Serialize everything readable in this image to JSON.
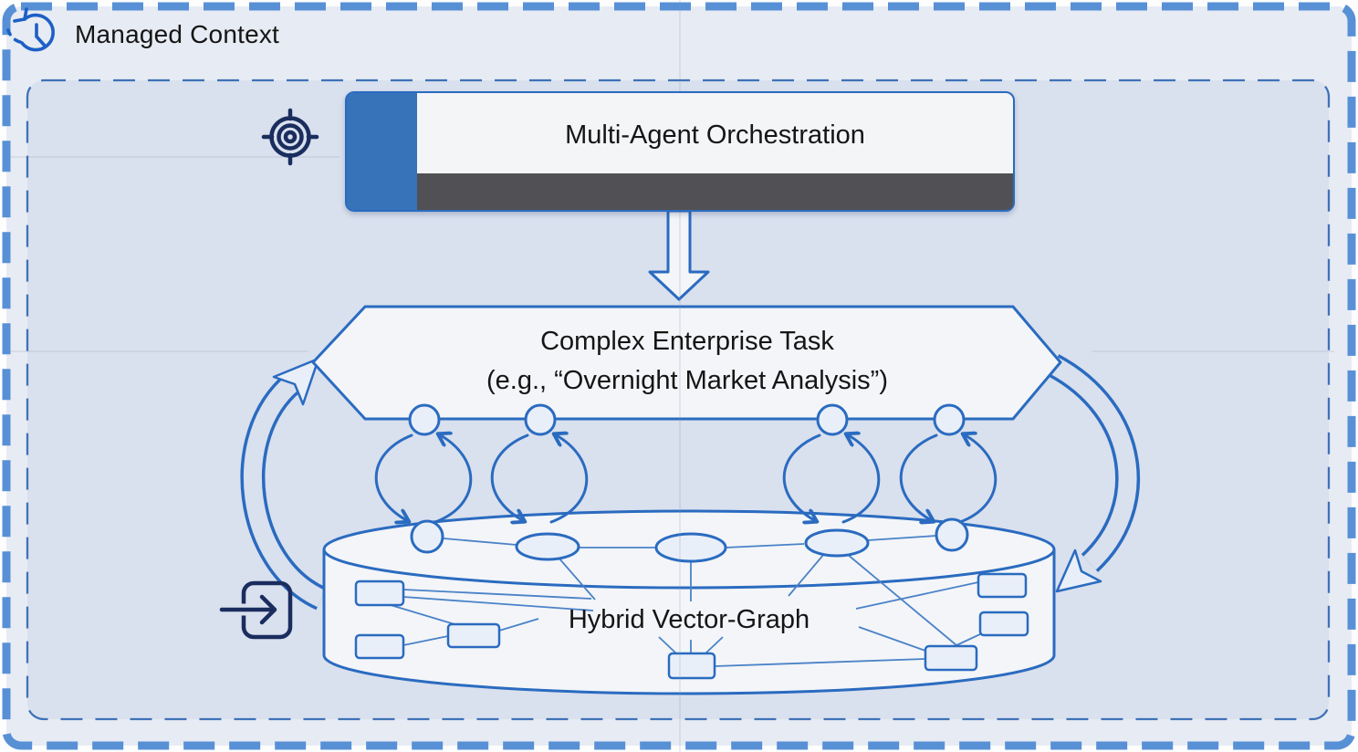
{
  "header": {
    "title": "Managed Context",
    "icon": "history-clock-icon"
  },
  "diagram": {
    "orchestration": {
      "label": "Multi-Agent Orchestration",
      "icon": "target-icon"
    },
    "task": {
      "line1": "Complex Enterprise Task",
      "line2": "(e.g., “Overnight Market Analysis”)"
    },
    "database": {
      "label": "Hybrid Vector-Graph",
      "icon": "enter-icon"
    }
  },
  "colors": {
    "outer-bg": "#e7ebf3",
    "panel-bg": "#d9e0ee",
    "outer-dash": "#5890d6",
    "inner-dash": "#3f72b8",
    "diagram-blue": "#2a6bc0",
    "edge-blue": "#4a82c8",
    "shape-fill": "#f3f5f8",
    "node-fill": "#e9eff9",
    "box-blue": "#3673b9",
    "box-dark": "#515155",
    "icon-navy": "#1a2d5e",
    "clock-blue": "#1d5fc6",
    "text-dark": "#151515"
  }
}
